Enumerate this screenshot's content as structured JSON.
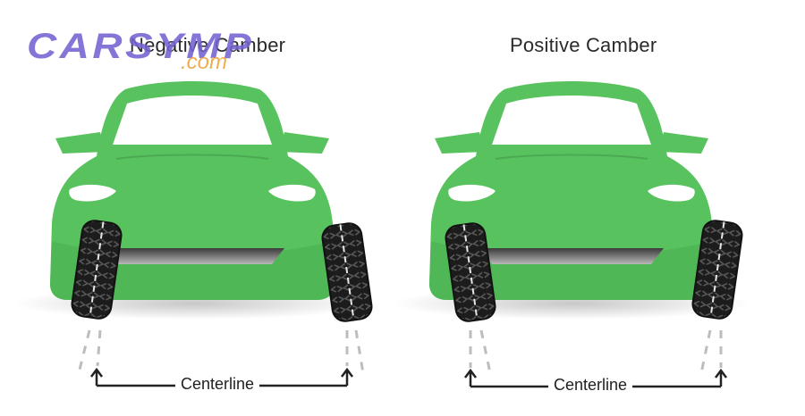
{
  "watermark": {
    "main": "CARSYMP",
    "domain": ".com"
  },
  "panels": [
    {
      "title": "Negative Camber",
      "centerline_label": "Centerline",
      "wheel_tilt": "top-inward"
    },
    {
      "title": "Positive Camber",
      "centerline_label": "Centerline",
      "wheel_tilt": "top-outward"
    }
  ],
  "colors": {
    "car_body": "#58c35e",
    "car_shadow": "#3d9a45",
    "car_light": "#7ed67f",
    "tire": "#1c1c1c",
    "centerline_dash": "#cfcfcf",
    "text": "#222222",
    "watermark_main": "#7362d2",
    "watermark_domain": "#eeaa46"
  }
}
